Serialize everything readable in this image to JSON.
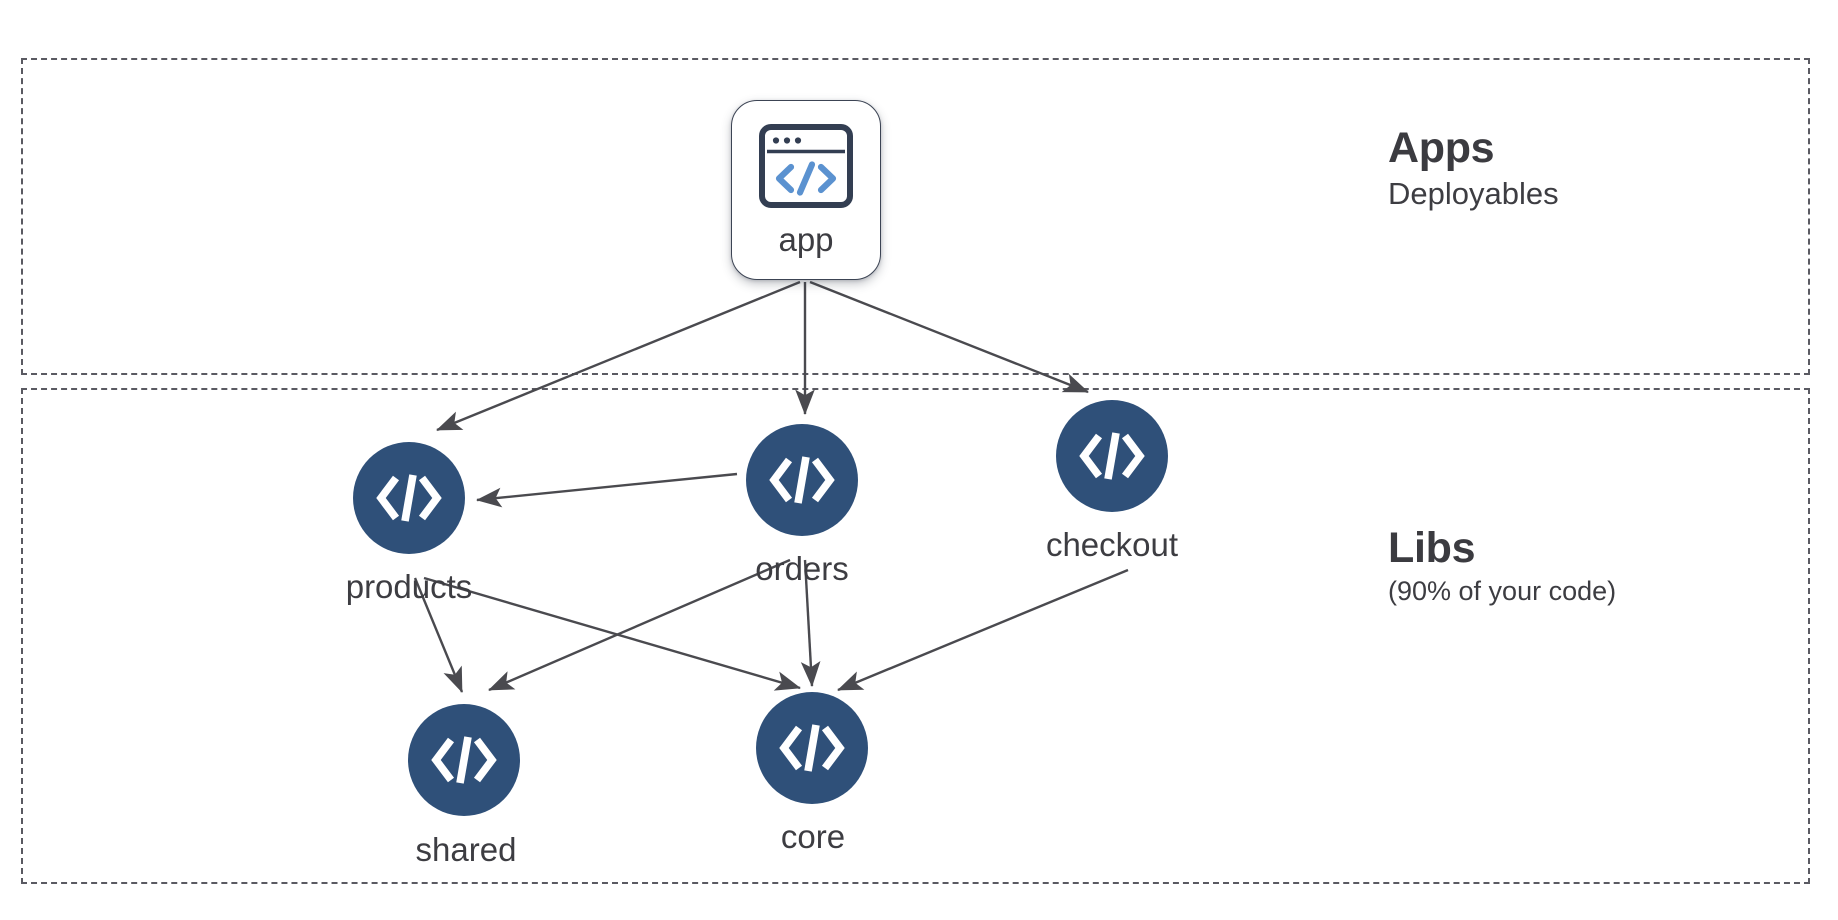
{
  "diagram": {
    "title": "Apps and Libs dependency graph",
    "background_color": "#ffffff",
    "node_fill_color": "#2f5079",
    "node_glyph_color": "#ffffff",
    "edge_color": "#4a4a4f",
    "zone_border_color": "#5a5a62",
    "text_color": "#3d3d42",
    "app_icon_accent_color": "#5b92d0",
    "app_icon_frame_color": "#333e52"
  },
  "zones": [
    {
      "id": "apps",
      "title": "Apps",
      "subtitle": "Deployables",
      "border_style": "dashed"
    },
    {
      "id": "libs",
      "title": "Libs",
      "subtitle": "(90% of your code)",
      "border_style": "dashed"
    }
  ],
  "nodes": [
    {
      "id": "app",
      "label": "app",
      "zone": "apps",
      "shape": "rounded-card",
      "icon": "browser-code-icon"
    },
    {
      "id": "products",
      "label": "products",
      "zone": "libs",
      "shape": "circle",
      "icon": "code-icon"
    },
    {
      "id": "orders",
      "label": "orders",
      "zone": "libs",
      "shape": "circle",
      "icon": "code-icon"
    },
    {
      "id": "checkout",
      "label": "checkout",
      "zone": "libs",
      "shape": "circle",
      "icon": "code-icon"
    },
    {
      "id": "shared",
      "label": "shared",
      "zone": "libs",
      "shape": "circle",
      "icon": "code-icon"
    },
    {
      "id": "core",
      "label": "core",
      "zone": "libs",
      "shape": "circle",
      "icon": "code-icon"
    }
  ],
  "edges": [
    {
      "from": "app",
      "to": "products"
    },
    {
      "from": "app",
      "to": "orders"
    },
    {
      "from": "app",
      "to": "checkout"
    },
    {
      "from": "orders",
      "to": "products"
    },
    {
      "from": "products",
      "to": "shared"
    },
    {
      "from": "products",
      "to": "core"
    },
    {
      "from": "orders",
      "to": "shared"
    },
    {
      "from": "orders",
      "to": "core"
    },
    {
      "from": "checkout",
      "to": "core"
    }
  ]
}
